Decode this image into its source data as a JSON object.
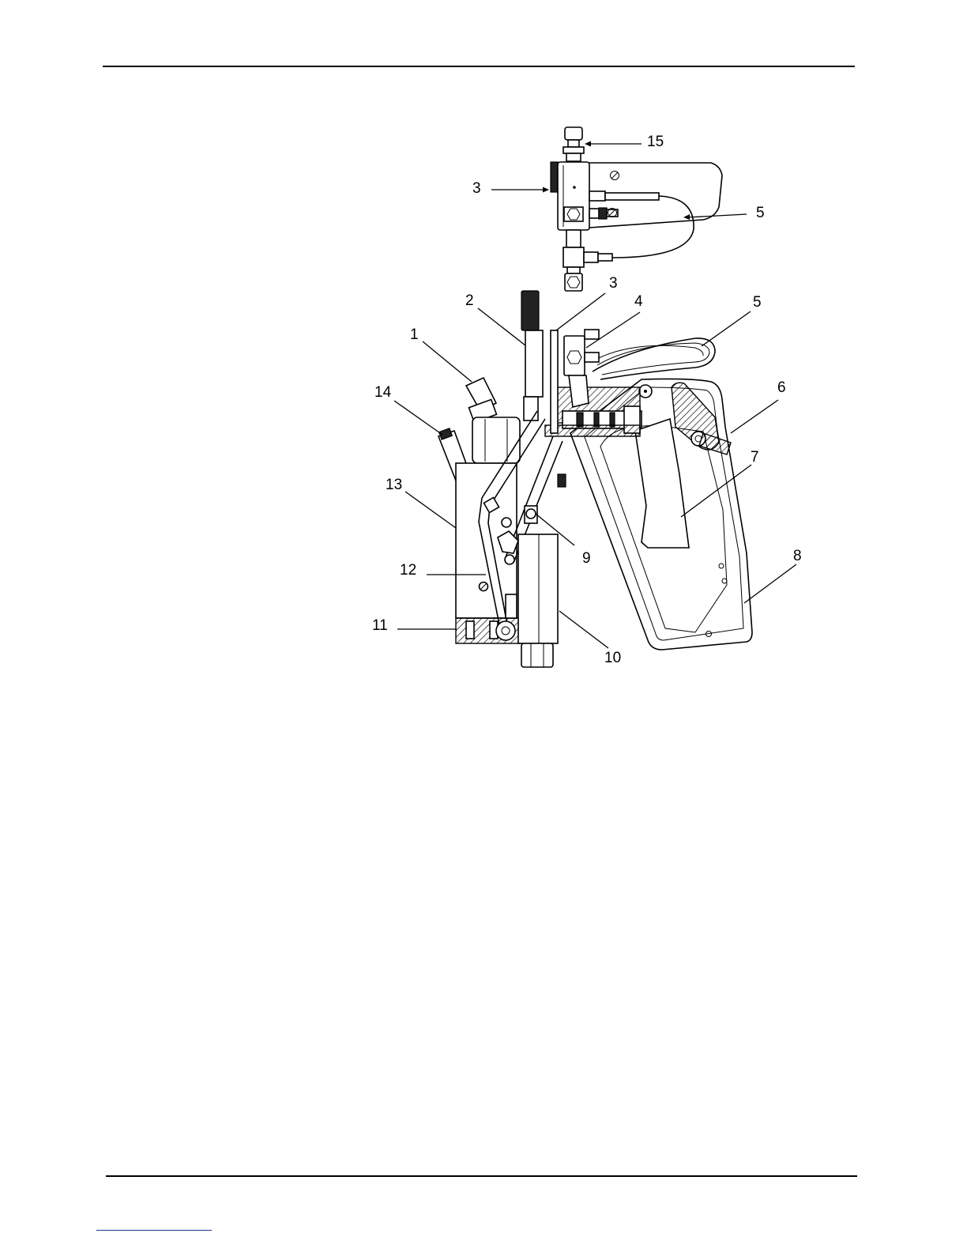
{
  "callouts": [
    "15",
    "3",
    "5",
    "2",
    "3",
    "4",
    "5",
    "1",
    "14",
    "6",
    "7",
    "13",
    "9",
    "12",
    "8",
    "11",
    "10"
  ]
}
